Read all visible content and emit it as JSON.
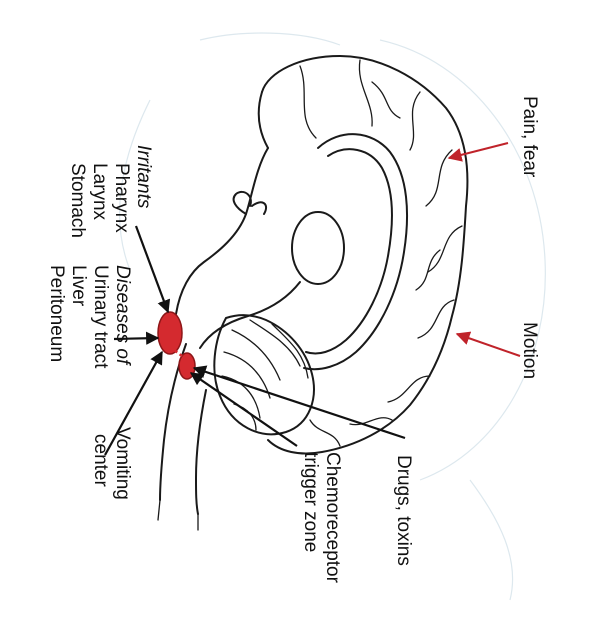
{
  "labels": {
    "pain_fear": "Pain, fear",
    "motion": "Motion",
    "drugs_toxins": "Drugs, toxins",
    "ctz_line1": "Chemoreceptor",
    "ctz_line2": "trigger zone",
    "vomiting_line1": "Vomiting",
    "vomiting_line2": "center",
    "diseases_heading": "Diseases of",
    "diseases_items": [
      "Urinary tract",
      "Liver",
      "Peritoneum"
    ],
    "irritants_heading": "Irritants",
    "irritants_items": [
      "Pharynx",
      "Larynx",
      "Stomach"
    ]
  },
  "colors": {
    "highlight": "#d42a2f",
    "highlight_dark": "#8e1618",
    "arrow_red": "#c0232a",
    "ink": "#111111"
  }
}
